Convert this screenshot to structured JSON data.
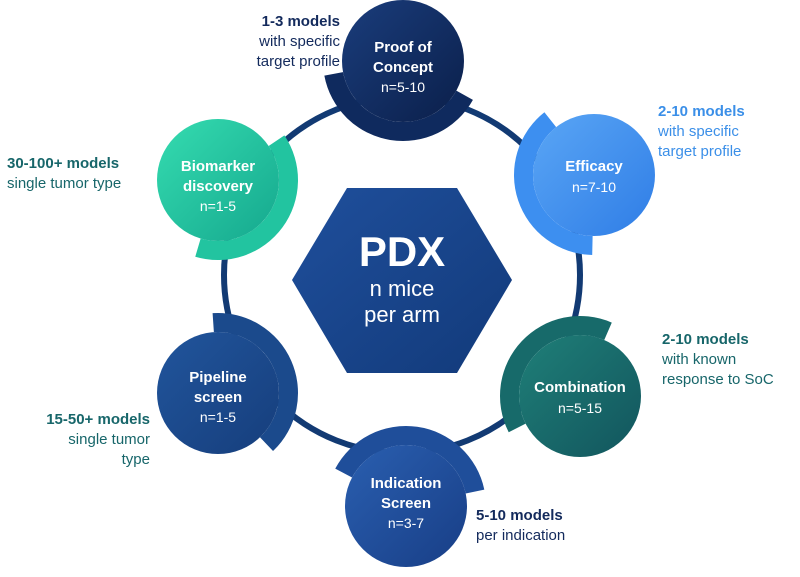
{
  "center": {
    "title": "PDX",
    "line1": "n mice",
    "line2": "per arm"
  },
  "colors": {
    "ring": "#123a73",
    "proof": "#0f2a5e",
    "efficacy": "#3d8ff0",
    "combination": "#176a6a",
    "indication": "#1f4e9a",
    "pipeline": "#1b4a8c",
    "biomarker": "#22c4a0",
    "text_navy": "#132a5c",
    "text_blue": "#3b8fe8",
    "text_teal": "#17666a"
  },
  "nodes": [
    {
      "id": "proof",
      "title_lines": [
        "Proof of",
        "Concept"
      ],
      "n": "n=5-10"
    },
    {
      "id": "efficacy",
      "title_lines": [
        "Efficacy"
      ],
      "n": "n=7-10"
    },
    {
      "id": "combination",
      "title_lines": [
        "Combination"
      ],
      "n": "n=5-15"
    },
    {
      "id": "indication",
      "title_lines": [
        "Indication",
        "Screen"
      ],
      "n": "n=3-7"
    },
    {
      "id": "pipeline",
      "title_lines": [
        "Pipeline",
        "screen"
      ],
      "n": "n=1-5"
    },
    {
      "id": "biomarker",
      "title_lines": [
        "Biomarker",
        "discovery"
      ],
      "n": "n=1-5"
    }
  ],
  "annotations": {
    "proof": {
      "bold": "1-3 models",
      "lines": [
        "with specific",
        "target profile"
      ]
    },
    "efficacy": {
      "bold": "2-10 models",
      "lines": [
        "with specific",
        "target profile"
      ]
    },
    "combination": {
      "bold": "2-10 models",
      "lines": [
        "with known",
        "response to SoC"
      ]
    },
    "indication": {
      "bold": "5-10 models",
      "lines": [
        "per indication"
      ]
    },
    "pipeline": {
      "bold": "15-50+ models",
      "lines": [
        "single tumor",
        "type"
      ]
    },
    "biomarker": {
      "bold": "30-100+ models",
      "lines": [
        "single tumor type"
      ]
    }
  }
}
